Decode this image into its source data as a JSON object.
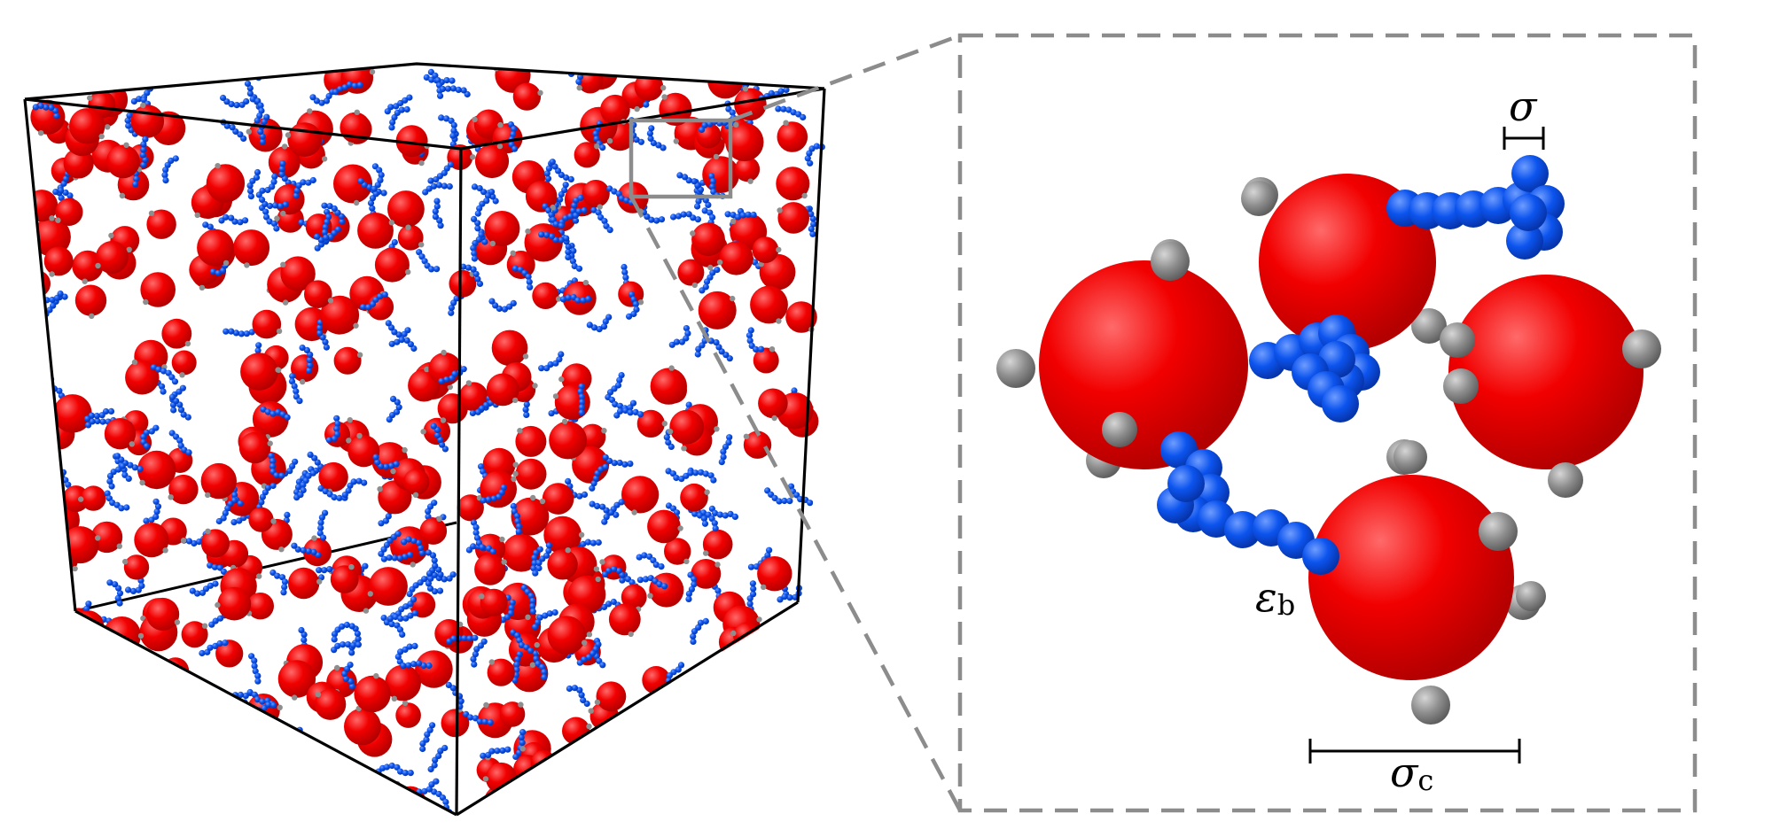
{
  "figure": {
    "labels": {
      "sigma": "σ",
      "sigma_c_main": "σ",
      "sigma_c_sub": "c",
      "epsilon_main": "ε",
      "epsilon_sub": "b"
    },
    "colors": {
      "colloid": "#ee0000",
      "colloid_highlight": "#ff5a5a",
      "polymer": "#0b4fe0",
      "polymer_highlight": "#5a8cff",
      "patch": "#8a8a8a",
      "patch_highlight": "#c8c8c8",
      "box_edge": "#000000",
      "inset_border": "#8c8c8c"
    },
    "icons": {
      "simulation_box": "cube-wireframe-icon",
      "zoom_region": "dashed-rectangle-icon"
    }
  }
}
